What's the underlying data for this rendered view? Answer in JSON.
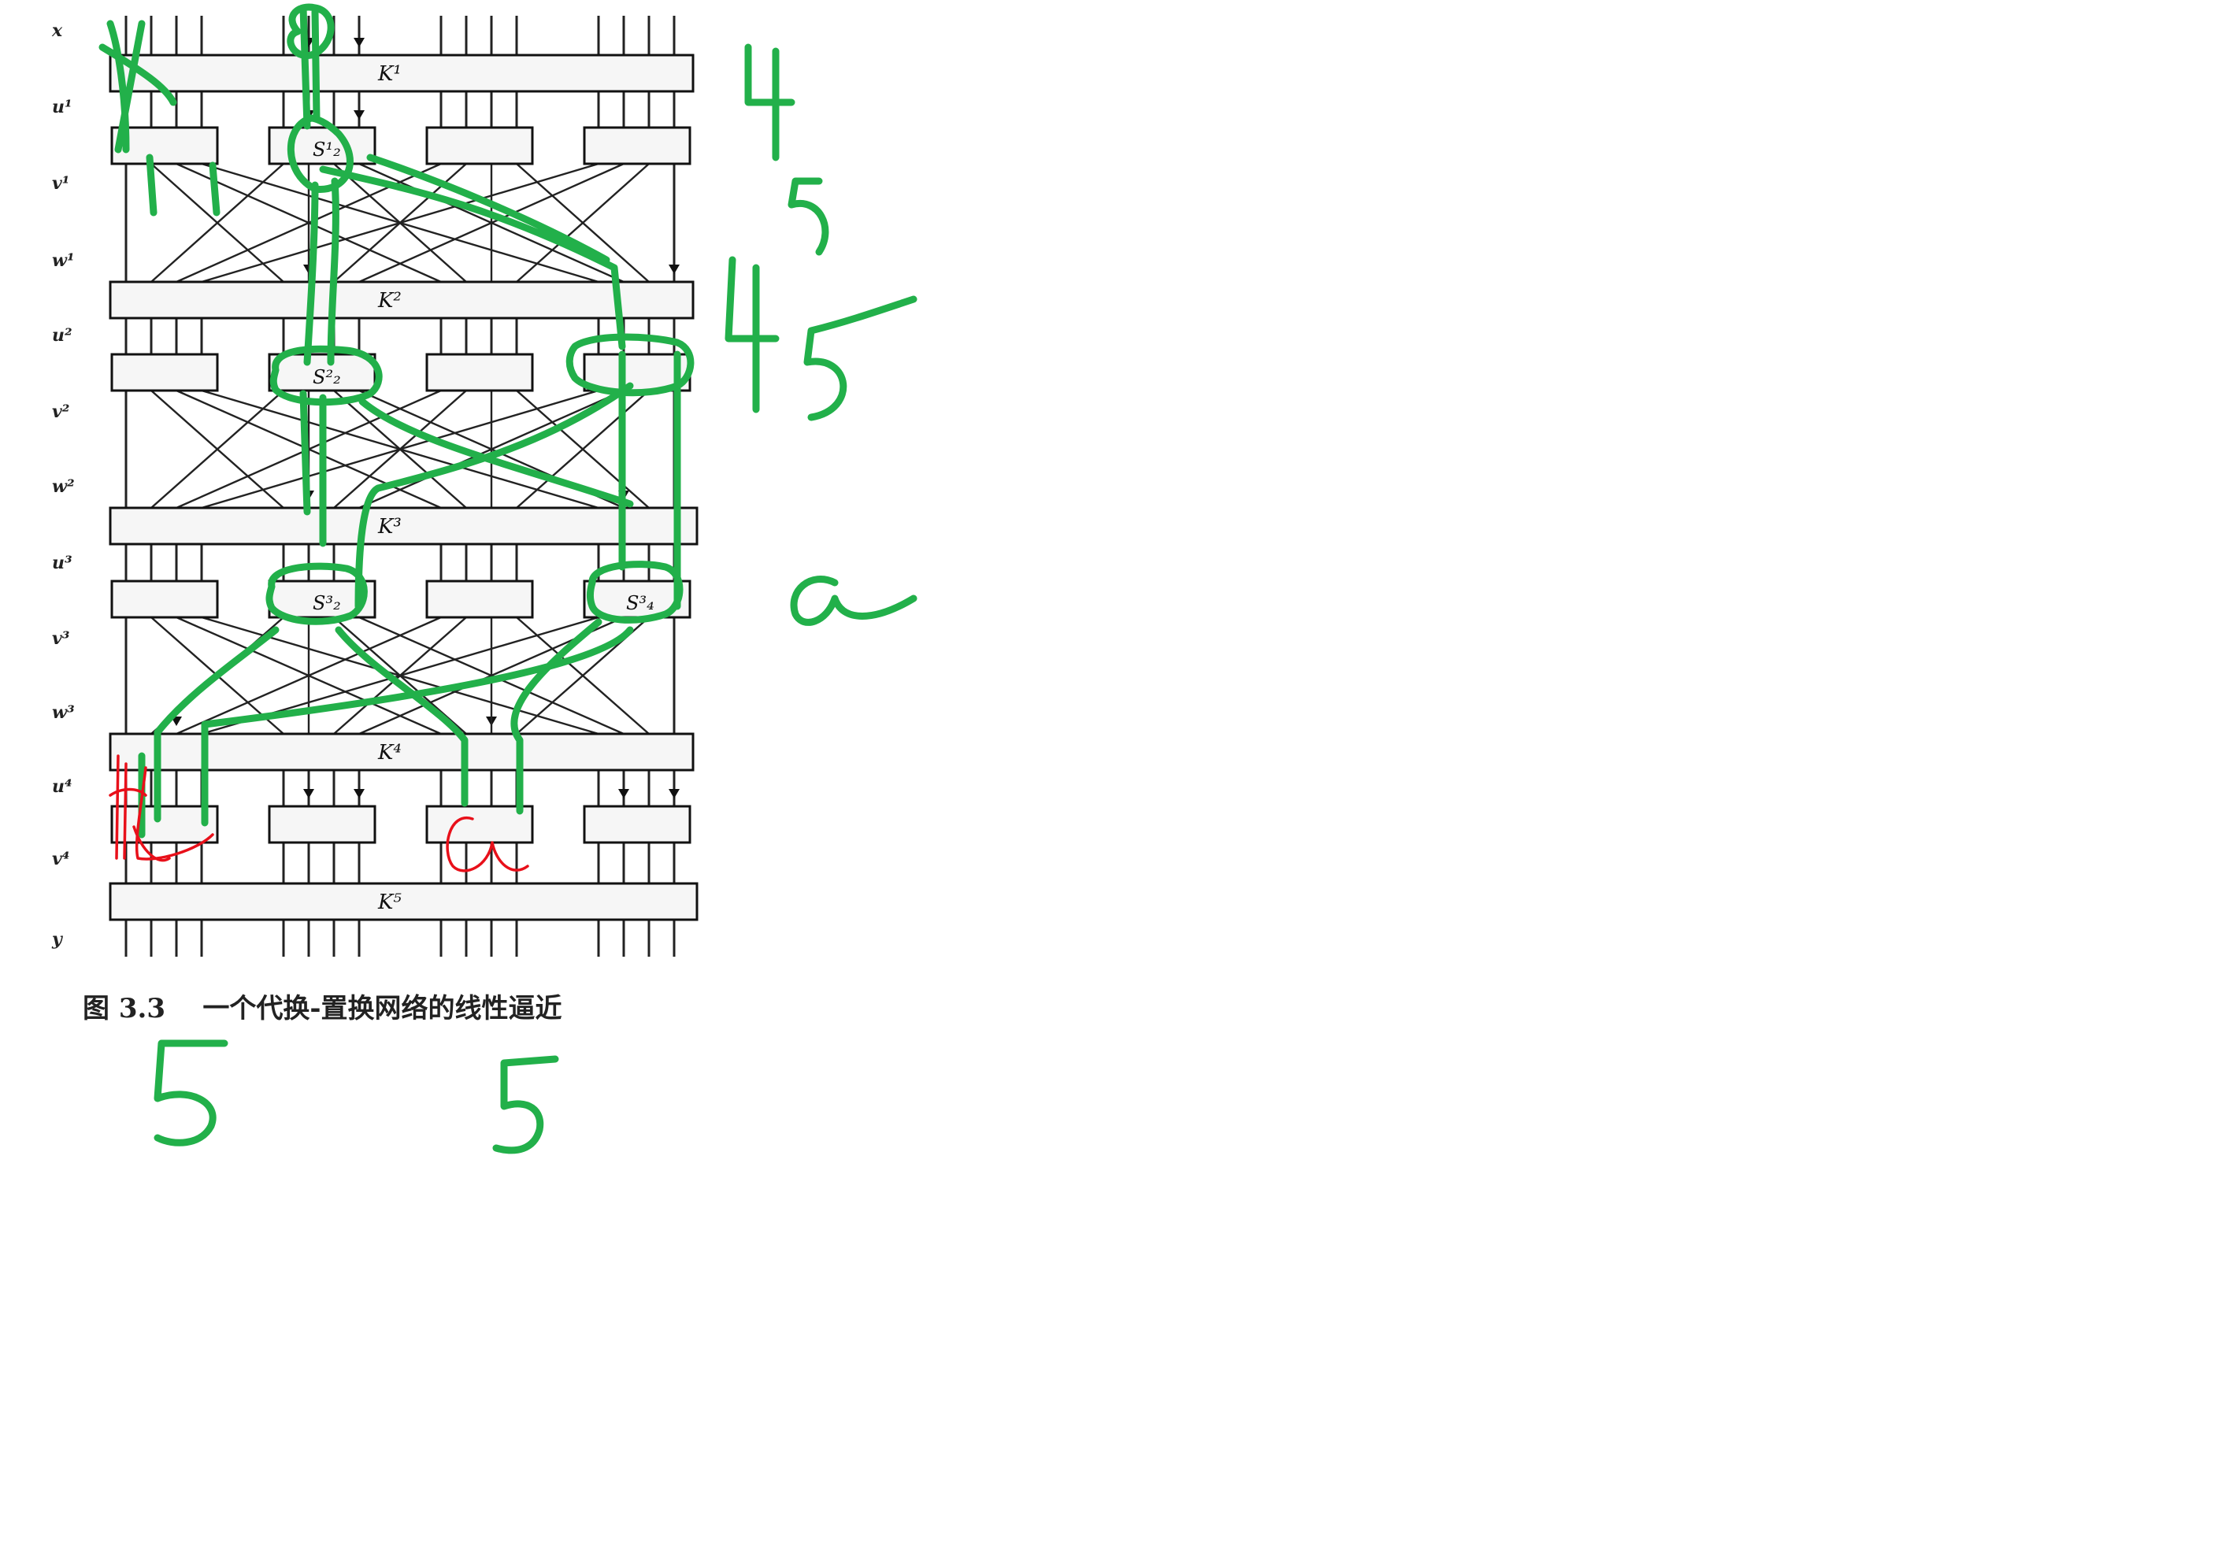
{
  "rows": [
    "x",
    "u¹",
    "v¹",
    "w¹",
    "u²",
    "v²",
    "w²",
    "u³",
    "v³",
    "w³",
    "u⁴",
    "v⁴",
    "y"
  ],
  "keys": [
    "K¹",
    "K²",
    "K³",
    "K⁴",
    "K⁵"
  ],
  "sboxes": {
    "s12": "S¹₂",
    "s22": "S²₂",
    "s32": "S³₂",
    "s34": "S³₄"
  },
  "caption": "图 3.3    一个代换-置换网络的线性逼近",
  "annotations": [
    "4",
    "5",
    "45",
    "a",
    "5",
    "5"
  ],
  "colors": {
    "ink": "#222222",
    "annotation_green": "#22b04a",
    "annotation_red": "#e8101a"
  }
}
